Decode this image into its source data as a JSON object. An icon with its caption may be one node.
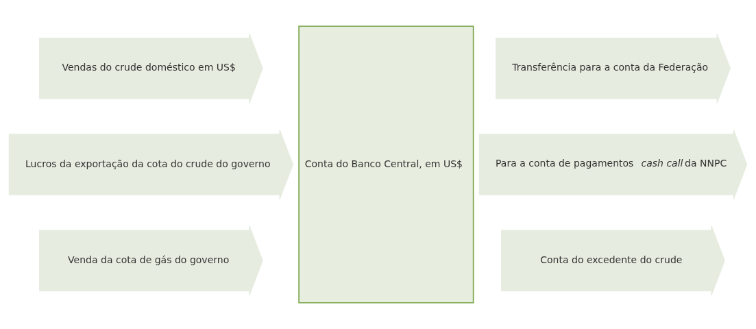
{
  "diagram": {
    "nodes": [
      {
        "text": [
          "Vendas do crude doméstico em US$"
        ]
      },
      {
        "text": [
          "Lucros da exportação da cota do crude do governo"
        ]
      },
      {
        "text": [
          "Venda da cota de gás do governo"
        ]
      },
      {
        "text": [
          "Conta do Banco Central, em US$"
        ]
      },
      {
        "text": [
          "Transferência para a conta da Federação"
        ]
      },
      {
        "text": [
          "Para a conta de pagamentos *cash call* da NNPC"
        ]
      },
      {
        "text": [
          "Conta do excedente do crude"
        ]
      }
    ]
  }
}
